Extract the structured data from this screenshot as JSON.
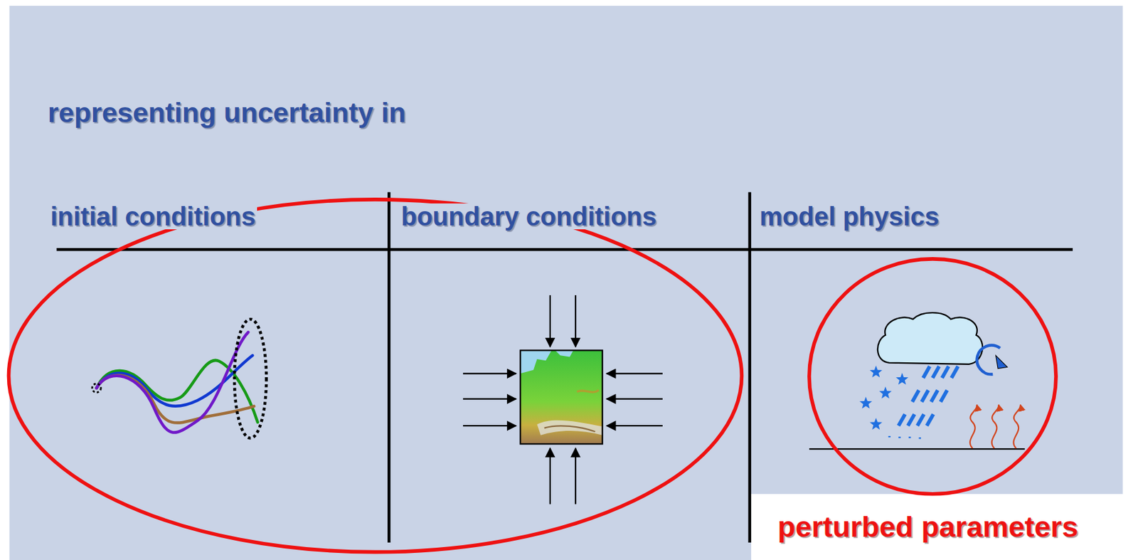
{
  "diagram": {
    "title": "representing uncertainty in",
    "labels": [
      "initial conditions",
      "boundary conditions",
      "model physics",
      "perturbed parameters"
    ]
  }
}
